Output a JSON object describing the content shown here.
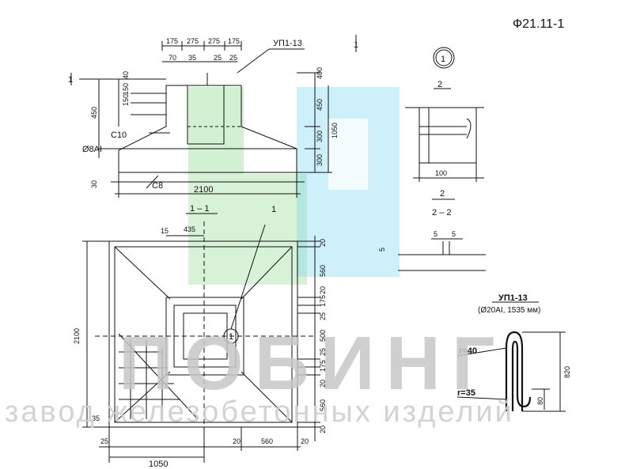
{
  "drawing_code": "Ф21.11-1",
  "watermark": {
    "brand": "ПОБИНГ",
    "tagline": "завод железобетонных изделий",
    "green": "#7fd37f",
    "cyan": "#74d3f0"
  },
  "elevation": {
    "section_mark": "1",
    "mark_top": "УП1-13",
    "top_dims": [
      "175",
      "275",
      "275",
      "175"
    ],
    "sub_dims": [
      "70",
      "35",
      "25",
      "25"
    ],
    "left_dims": [
      "40",
      "150",
      "150",
      "450"
    ],
    "right_dims": [
      "400",
      "450",
      "300",
      "300"
    ],
    "total_height": "1050",
    "label_c10": "С10",
    "label_c8": "С8",
    "rebar": "Ø8АI",
    "bottom_offset": "30",
    "width": "2100"
  },
  "detail": {
    "circle_mark": "1",
    "section_mark": "2",
    "width": "100",
    "section_label": "2 – 2",
    "dims": [
      "5",
      "5"
    ],
    "left_dim": "5"
  },
  "plan": {
    "section_label": "1 – 1",
    "pointer": "1",
    "top_dims": [
      "15",
      "435"
    ],
    "height": "2100",
    "right_dims": [
      "20",
      "560",
      "20",
      "175",
      "25",
      "500",
      "25",
      "175",
      "20",
      "560",
      "20"
    ],
    "bottom_dims": [
      "25",
      "20",
      "560",
      "20"
    ],
    "left_dim": "35",
    "half_width": "1050",
    "center_mark": "1"
  },
  "loop": {
    "title": "УП1-13",
    "spec": "(Ø20АI, 1535 мм)",
    "r1": "r=40",
    "r2": "r=35",
    "height": "820",
    "inner": "80"
  }
}
